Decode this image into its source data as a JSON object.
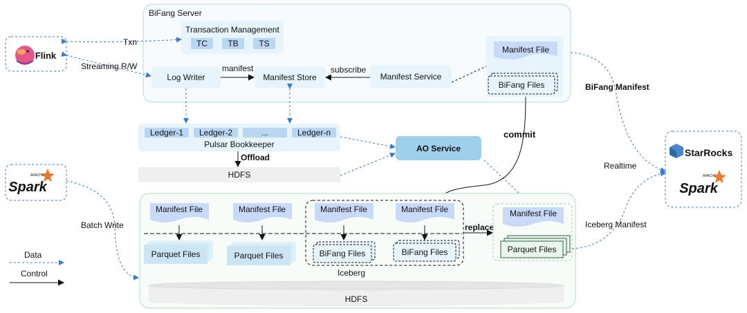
{
  "server": {
    "title": "BiFang Server",
    "transaction": {
      "title": "Transaction Management",
      "items": [
        "TC",
        "TB",
        "TS"
      ]
    },
    "log_writer": "Log Writer",
    "manifest_store": "Manifest Store",
    "manifest_service": "Manifest Service",
    "manifest_file": "Manifest File",
    "bifang_files": "BiFang Files"
  },
  "edges": {
    "txn": "Txn",
    "streaming_rw": "Streaming R/W",
    "manifest": "manifest",
    "subscribe": "subscribe",
    "offload": "Offload",
    "commit": "commit",
    "batch_write": "Batch Write",
    "replace": "replace",
    "realtime": "Realtime",
    "bifang_manifest": "BiFang Manifest",
    "iceberg_manifest": "Iceberg Manifest"
  },
  "bookkeeper": {
    "title": "Pulsar Bookkeeper",
    "ledgers": [
      "Ledger-1",
      "Ledger-2",
      "...",
      "Ledger-n"
    ]
  },
  "hdfs_top": "HDFS",
  "ao_service": "AO Service",
  "clients": {
    "flink": "Flink",
    "spark_apache": "APACHE",
    "spark": "Spark"
  },
  "engines": {
    "starrocks": "StarRocks",
    "spark_apache": "APACHE",
    "spark": "Spark"
  },
  "iceberg": {
    "title": "Iceberg",
    "manifest_file": "Manifest File",
    "parquet_files": "Parquet Files",
    "bifang_files": "BiFang Files",
    "hdfs": "HDFS"
  },
  "target": {
    "manifest_file": "Manifest File",
    "parquet_files": "Parquet Files"
  },
  "legend": {
    "data": "Data",
    "control": "Control"
  },
  "colors": {
    "server_fill": "#f7fbfe",
    "server_stroke": "#bfe0ee",
    "box_fill": "#e8f4fb",
    "chip_fill": "#b9d7f3",
    "doc_fill": "#c9daf8",
    "ao_fill": "#9ed0ec",
    "iceberg_fill": "#f7fcf9",
    "iceberg_stroke": "#bfe3cc",
    "hdfs_fill": "#efefef",
    "data_arrow": "#3a78d8",
    "control_arrow": "#111111",
    "green_doc": "#e8f6ee",
    "green_doc_stroke": "#2f5d3c"
  }
}
